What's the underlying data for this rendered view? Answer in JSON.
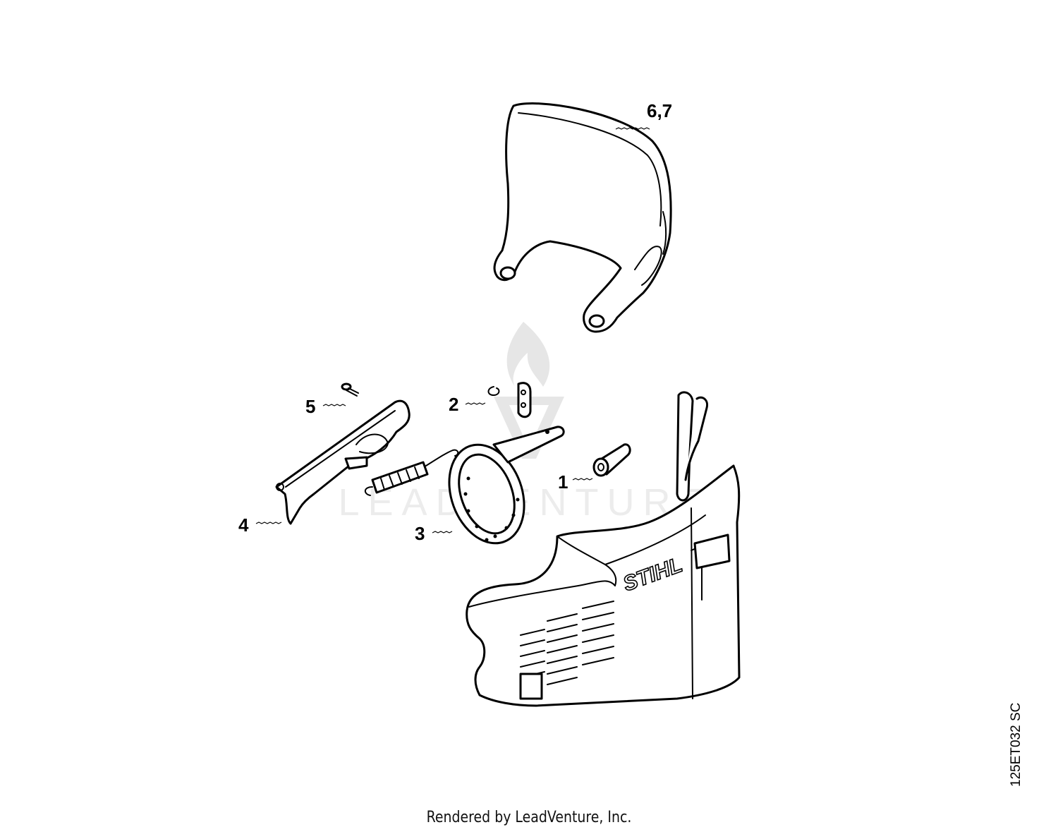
{
  "watermark": {
    "text": "LEADVENTURE"
  },
  "callouts": {
    "c67": "6,7",
    "c5": "5",
    "c2": "2",
    "c1": "1",
    "c4": "4",
    "c3": "3"
  },
  "brand_mark": "STIHL",
  "footer": {
    "rendered_by": "Rendered by LeadVenture, Inc."
  },
  "drawing_id": "125ET032 SC"
}
